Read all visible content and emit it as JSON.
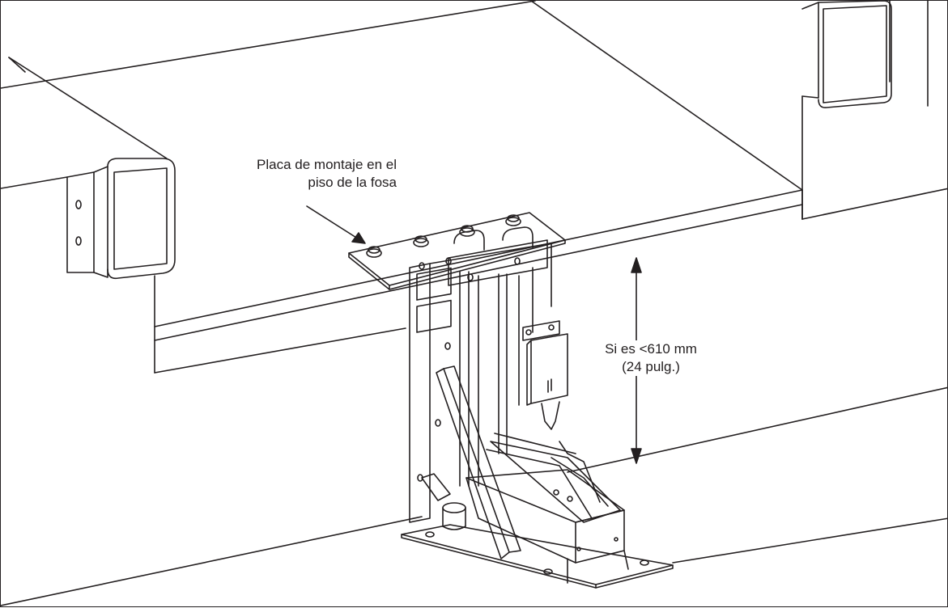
{
  "figure": {
    "label_mounting_plate": {
      "line1": "Placa de montaje en el",
      "line2": "piso de la fosa"
    },
    "label_dimension": {
      "line1": "Si es <610 mm",
      "line2": "(24 pulg.)"
    }
  },
  "colors": {
    "stroke": "#231f20",
    "background": "#ffffff"
  }
}
